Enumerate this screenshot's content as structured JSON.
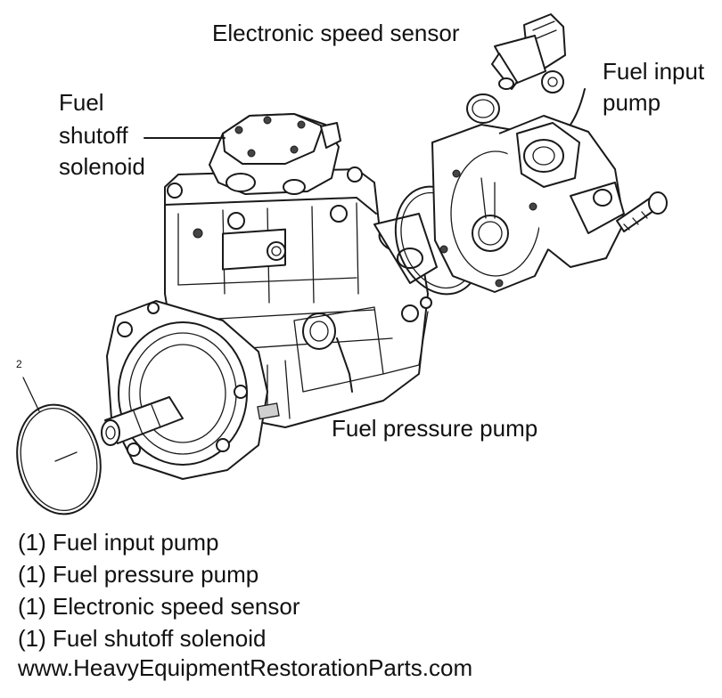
{
  "callouts": {
    "speed_sensor": "Electronic speed sensor",
    "shutoff_line1": "Fuel",
    "shutoff_line2": "shutoff",
    "shutoff_line3": "solenoid",
    "input_line1": "Fuel input",
    "input_line2": "pump",
    "pressure_pump": "Fuel pressure pump",
    "oring_number": "2"
  },
  "parts_list": [
    {
      "text": "(1) Fuel input pump"
    },
    {
      "text": "(1) Fuel pressure pump"
    },
    {
      "text": "(1) Electronic speed sensor"
    },
    {
      "text": "(1) Fuel shutoff solenoid"
    }
  ],
  "website": "www.HeavyEquipmentRestorationParts.com",
  "colors": {
    "line": "#1a1a1a",
    "background": "#ffffff"
  }
}
